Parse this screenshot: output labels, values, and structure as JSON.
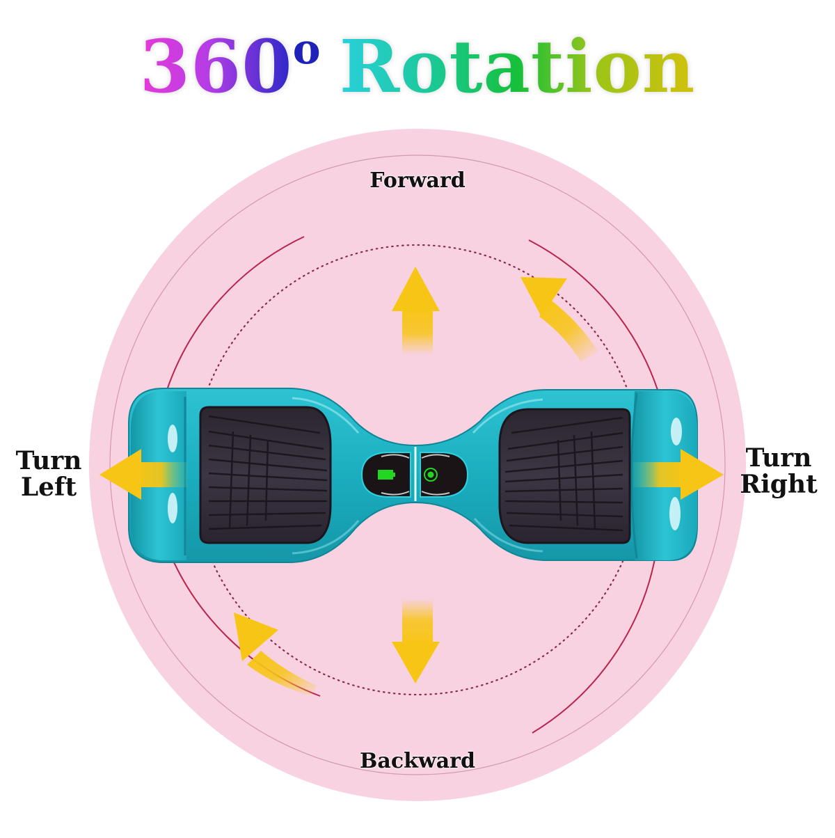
{
  "title": {
    "number": "360",
    "degree_symbol": "o",
    "word": "Rotation",
    "colors": {
      "number_gradient": [
        "#e63ad8",
        "#b43de6",
        "#2a28c8"
      ],
      "word_gradient": [
        "#2ad0dc",
        "#1bc99a",
        "#16c03a",
        "#9cc418",
        "#d1c10c"
      ]
    }
  },
  "directions": {
    "forward": "Forward",
    "backward": "Backward",
    "left": "Turn Left",
    "left_line1": "Turn",
    "left_line2": "Left",
    "right_line1": "Turn",
    "right_line2": "Right"
  },
  "diagram": {
    "disc_color": "#f8d2e1",
    "ring_color": "#b8244e",
    "arrow_color": "#f7c515",
    "board_color": "#1fb2c4",
    "footpad_color": "#3a3440",
    "indicators": {
      "left_icon": "battery-icon",
      "right_icon": "power-icon",
      "indicator_color": "#22d622"
    }
  }
}
